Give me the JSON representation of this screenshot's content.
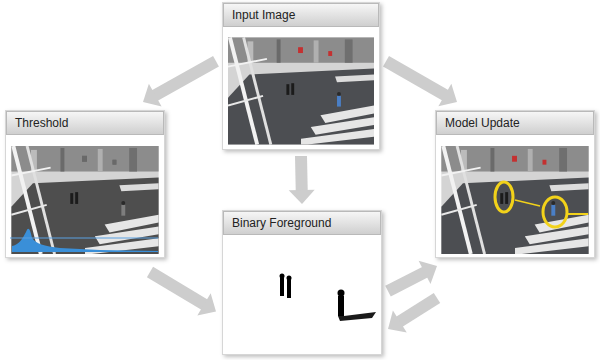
{
  "diagram": {
    "nodes": [
      {
        "text": [
          "Input Image"
        ]
      },
      {
        "text": [
          "Threshold"
        ]
      },
      {
        "text": [
          "Binary Foreground"
        ]
      },
      {
        "text": [
          "Model Update"
        ]
      }
    ],
    "edges": [
      {
        "from": 0,
        "to": 1,
        "arrow": "to"
      },
      {
        "from": 0,
        "to": 2,
        "arrow": "to"
      },
      {
        "from": 0,
        "to": 3,
        "arrow": "to"
      },
      {
        "from": 1,
        "to": 2,
        "arrow": "to"
      },
      {
        "from": 2,
        "to": 3,
        "arrow": "to"
      },
      {
        "from": 3,
        "to": 2,
        "arrow": "to"
      }
    ]
  }
}
